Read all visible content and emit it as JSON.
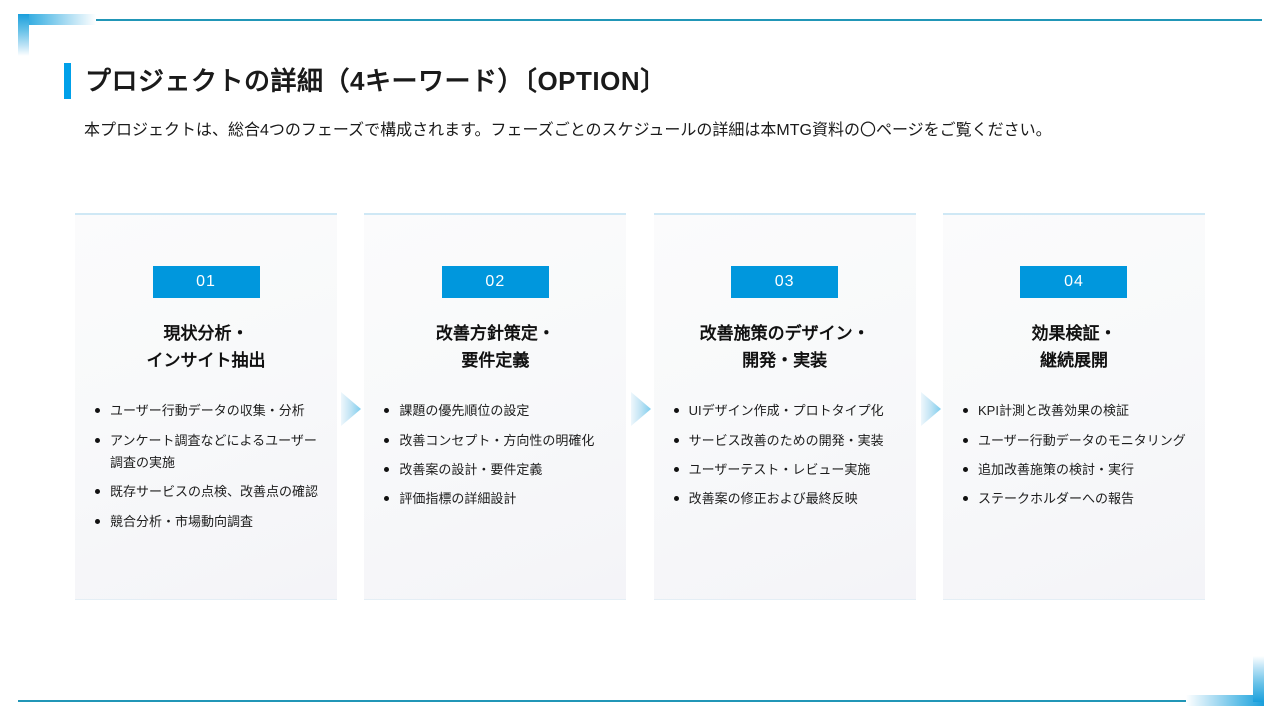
{
  "slide": {
    "title": "プロジェクトの詳細（4キーワード）〔OPTION〕",
    "subtitle": "本プロジェクトは、総合4つのフェーズで構成されます。フェーズごとのスケジュールの詳細は本MTG資料の〇ページをご覧ください。",
    "accent_color": "#00a0e9",
    "badge_color": "#0097dd",
    "rule_color": "#2196b7"
  },
  "phases": [
    {
      "number": "01",
      "title": "現状分析・\nインサイト抽出",
      "bullets": [
        "ユーザー行動データの収集・分析",
        "アンケート調査などによるユーザー調査の実施",
        "既存サービスの点検、改善点の確認",
        "競合分析・市場動向調査"
      ]
    },
    {
      "number": "02",
      "title": "改善方針策定・\n要件定義",
      "bullets": [
        "課題の優先順位の設定",
        "改善コンセプト・方向性の明確化",
        "改善案の設計・要件定義",
        "評価指標の詳細設計"
      ]
    },
    {
      "number": "03",
      "title": "改善施策のデザイン・\n開発・実装",
      "bullets": [
        "UIデザイン作成・プロトタイプ化",
        "サービス改善のための開発・実装",
        "ユーザーテスト・レビュー実施",
        "改善案の修正および最終反映"
      ]
    },
    {
      "number": "04",
      "title": "効果検証・\n継続展開",
      "bullets": [
        "KPI計測と改善効果の検証",
        "ユーザー行動データのモニタリング",
        "追加改善施策の検討・実行",
        "ステークホルダーへの報告"
      ]
    }
  ]
}
